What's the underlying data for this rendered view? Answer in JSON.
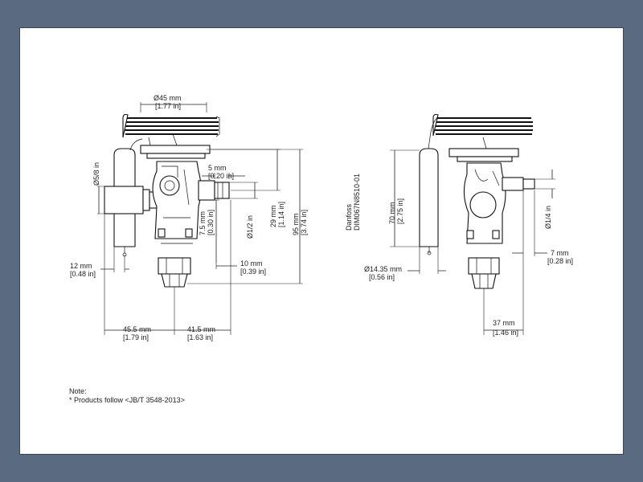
{
  "left_view": {
    "d45_mm": "Ø45 mm",
    "d45_in": "[1.77 in]",
    "d58_in": "Ø5/8 in",
    "d5_mm": "5 mm",
    "d5_in": "[0.20 in]",
    "d12in_label": "Ø1/2 in",
    "d7_5_mm": "7.5 mm",
    "d7_5_in": "[0.30 in]",
    "d29_mm": "29 mm",
    "d29_in": "[1.14 in]",
    "d95_mm": "95 mm",
    "d95_in": "[3.74 in]",
    "d12_mm": "12 mm",
    "d12_in": "[0.48 in]",
    "d10_mm": "10 mm",
    "d10_in": "[0.39 in]",
    "d45_5_mm": "45.5 mm",
    "d45_5_in": "[1.79 in]",
    "d41_5_mm": "41.5 mm",
    "d41_5_in": "[1.63 in]"
  },
  "right_view": {
    "brand": "Danfoss",
    "drawing_no": "DIM067N8510-01",
    "d70_mm": "70 mm",
    "d70_in": "[2.75 in]",
    "d14_35_mm": "Ø14.35 mm",
    "d14_35_in": "[0.56 in]",
    "d14_label": "Ø1/4 in",
    "d7_mm": "7 mm",
    "d7_in": "[0.28 in]",
    "d37_mm": "37 mm",
    "d37_in": "[1.46 in]"
  },
  "notes": {
    "title": "Note:",
    "line1": "* Products follow <JB/T 3548-2013>"
  }
}
